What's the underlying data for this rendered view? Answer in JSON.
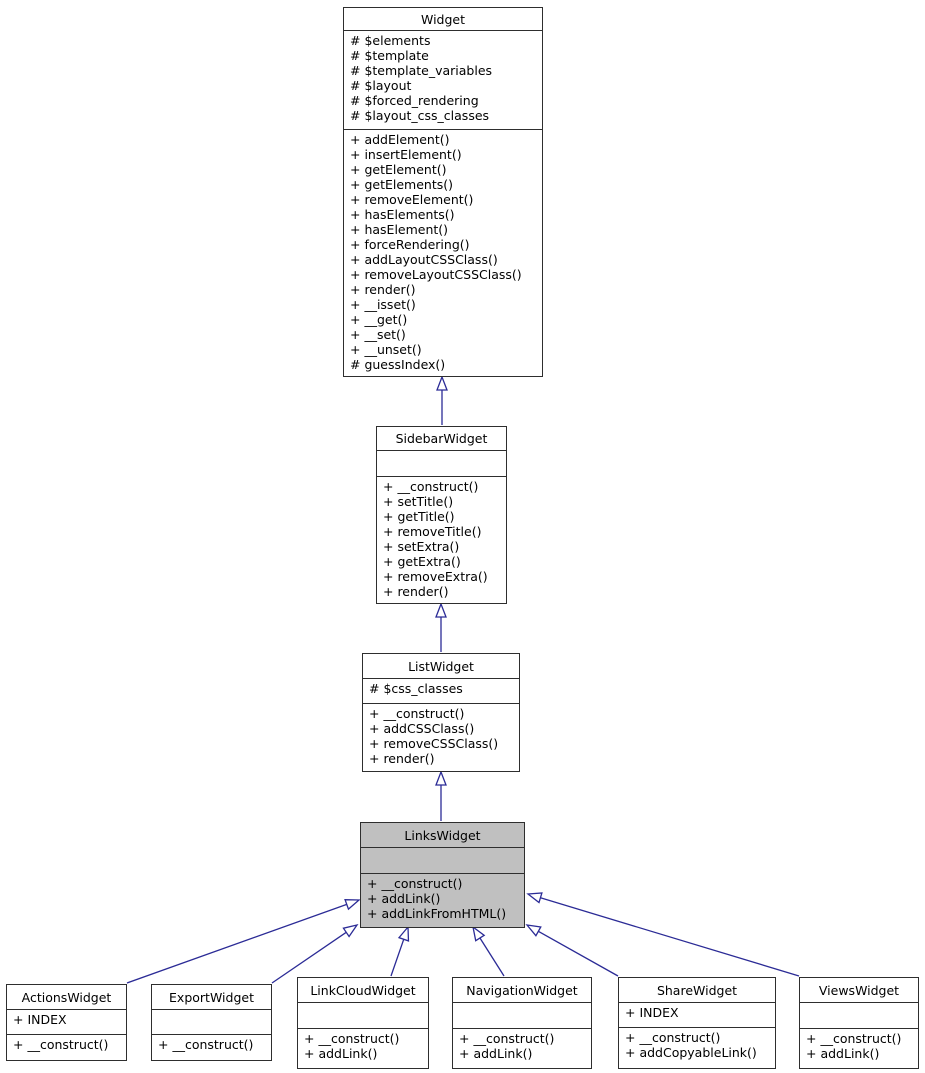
{
  "colors": {
    "background": "#ffffff",
    "box_border": "#2e2e2e",
    "box_fill": "#ffffff",
    "highlight_fill": "#c0c0c0",
    "edge": "#2b2b96",
    "text": "#000000"
  },
  "classes": [
    {
      "id": "widget",
      "name": "Widget",
      "highlighted": false,
      "attrs": [
        "# $elements",
        "# $template",
        "# $template_variables",
        "# $layout",
        "# $forced_rendering",
        "# $layout_css_classes"
      ],
      "methods": [
        "+ addElement()",
        "+ insertElement()",
        "+ getElement()",
        "+ getElements()",
        "+ removeElement()",
        "+ hasElements()",
        "+ hasElement()",
        "+ forceRendering()",
        "+ addLayoutCSSClass()",
        "+ removeLayoutCSSClass()",
        "+ render()",
        "+ __isset()",
        "+ __get()",
        "+ __set()",
        "+ __unset()",
        "# guessIndex()"
      ]
    },
    {
      "id": "sidebarwidget",
      "name": "SidebarWidget",
      "highlighted": false,
      "attrs": [],
      "methods": [
        "+ __construct()",
        "+ setTitle()",
        "+ getTitle()",
        "+ removeTitle()",
        "+ setExtra()",
        "+ getExtra()",
        "+ removeExtra()",
        "+ render()"
      ]
    },
    {
      "id": "listwidget",
      "name": "ListWidget",
      "highlighted": false,
      "attrs": [
        "# $css_classes"
      ],
      "methods": [
        "+ __construct()",
        "+ addCSSClass()",
        "+ removeCSSClass()",
        "+ render()"
      ]
    },
    {
      "id": "linkswidget",
      "name": "LinksWidget",
      "highlighted": true,
      "attrs": [],
      "methods": [
        "+ __construct()",
        "+ addLink()",
        "+ addLinkFromHTML()"
      ]
    },
    {
      "id": "actionswidget",
      "name": "ActionsWidget",
      "highlighted": false,
      "attrs": [
        "+ INDEX"
      ],
      "methods": [
        "+ __construct()"
      ]
    },
    {
      "id": "exportwidget",
      "name": "ExportWidget",
      "highlighted": false,
      "attrs": [],
      "methods": [
        "+ __construct()"
      ]
    },
    {
      "id": "linkcloudwidget",
      "name": "LinkCloudWidget",
      "highlighted": false,
      "attrs": [],
      "methods": [
        "+ __construct()",
        "+ addLink()"
      ]
    },
    {
      "id": "navigationwidget",
      "name": "NavigationWidget",
      "highlighted": false,
      "attrs": [],
      "methods": [
        "+ __construct()",
        "+ addLink()"
      ]
    },
    {
      "id": "sharewidget",
      "name": "ShareWidget",
      "highlighted": false,
      "attrs": [
        "+ INDEX"
      ],
      "methods": [
        "+ __construct()",
        "+ addCopyableLink()"
      ]
    },
    {
      "id": "viewswidget",
      "name": "ViewsWidget",
      "highlighted": false,
      "attrs": [],
      "methods": [
        "+ __construct()",
        "+ addLink()"
      ]
    }
  ],
  "relations": [
    {
      "child": "SidebarWidget",
      "parent": "Widget",
      "type": "inheritance"
    },
    {
      "child": "ListWidget",
      "parent": "SidebarWidget",
      "type": "inheritance"
    },
    {
      "child": "LinksWidget",
      "parent": "ListWidget",
      "type": "inheritance"
    },
    {
      "child": "ActionsWidget",
      "parent": "LinksWidget",
      "type": "inheritance"
    },
    {
      "child": "ExportWidget",
      "parent": "LinksWidget",
      "type": "inheritance"
    },
    {
      "child": "LinkCloudWidget",
      "parent": "LinksWidget",
      "type": "inheritance"
    },
    {
      "child": "NavigationWidget",
      "parent": "LinksWidget",
      "type": "inheritance"
    },
    {
      "child": "ShareWidget",
      "parent": "LinksWidget",
      "type": "inheritance"
    },
    {
      "child": "ViewsWidget",
      "parent": "LinksWidget",
      "type": "inheritance"
    }
  ]
}
